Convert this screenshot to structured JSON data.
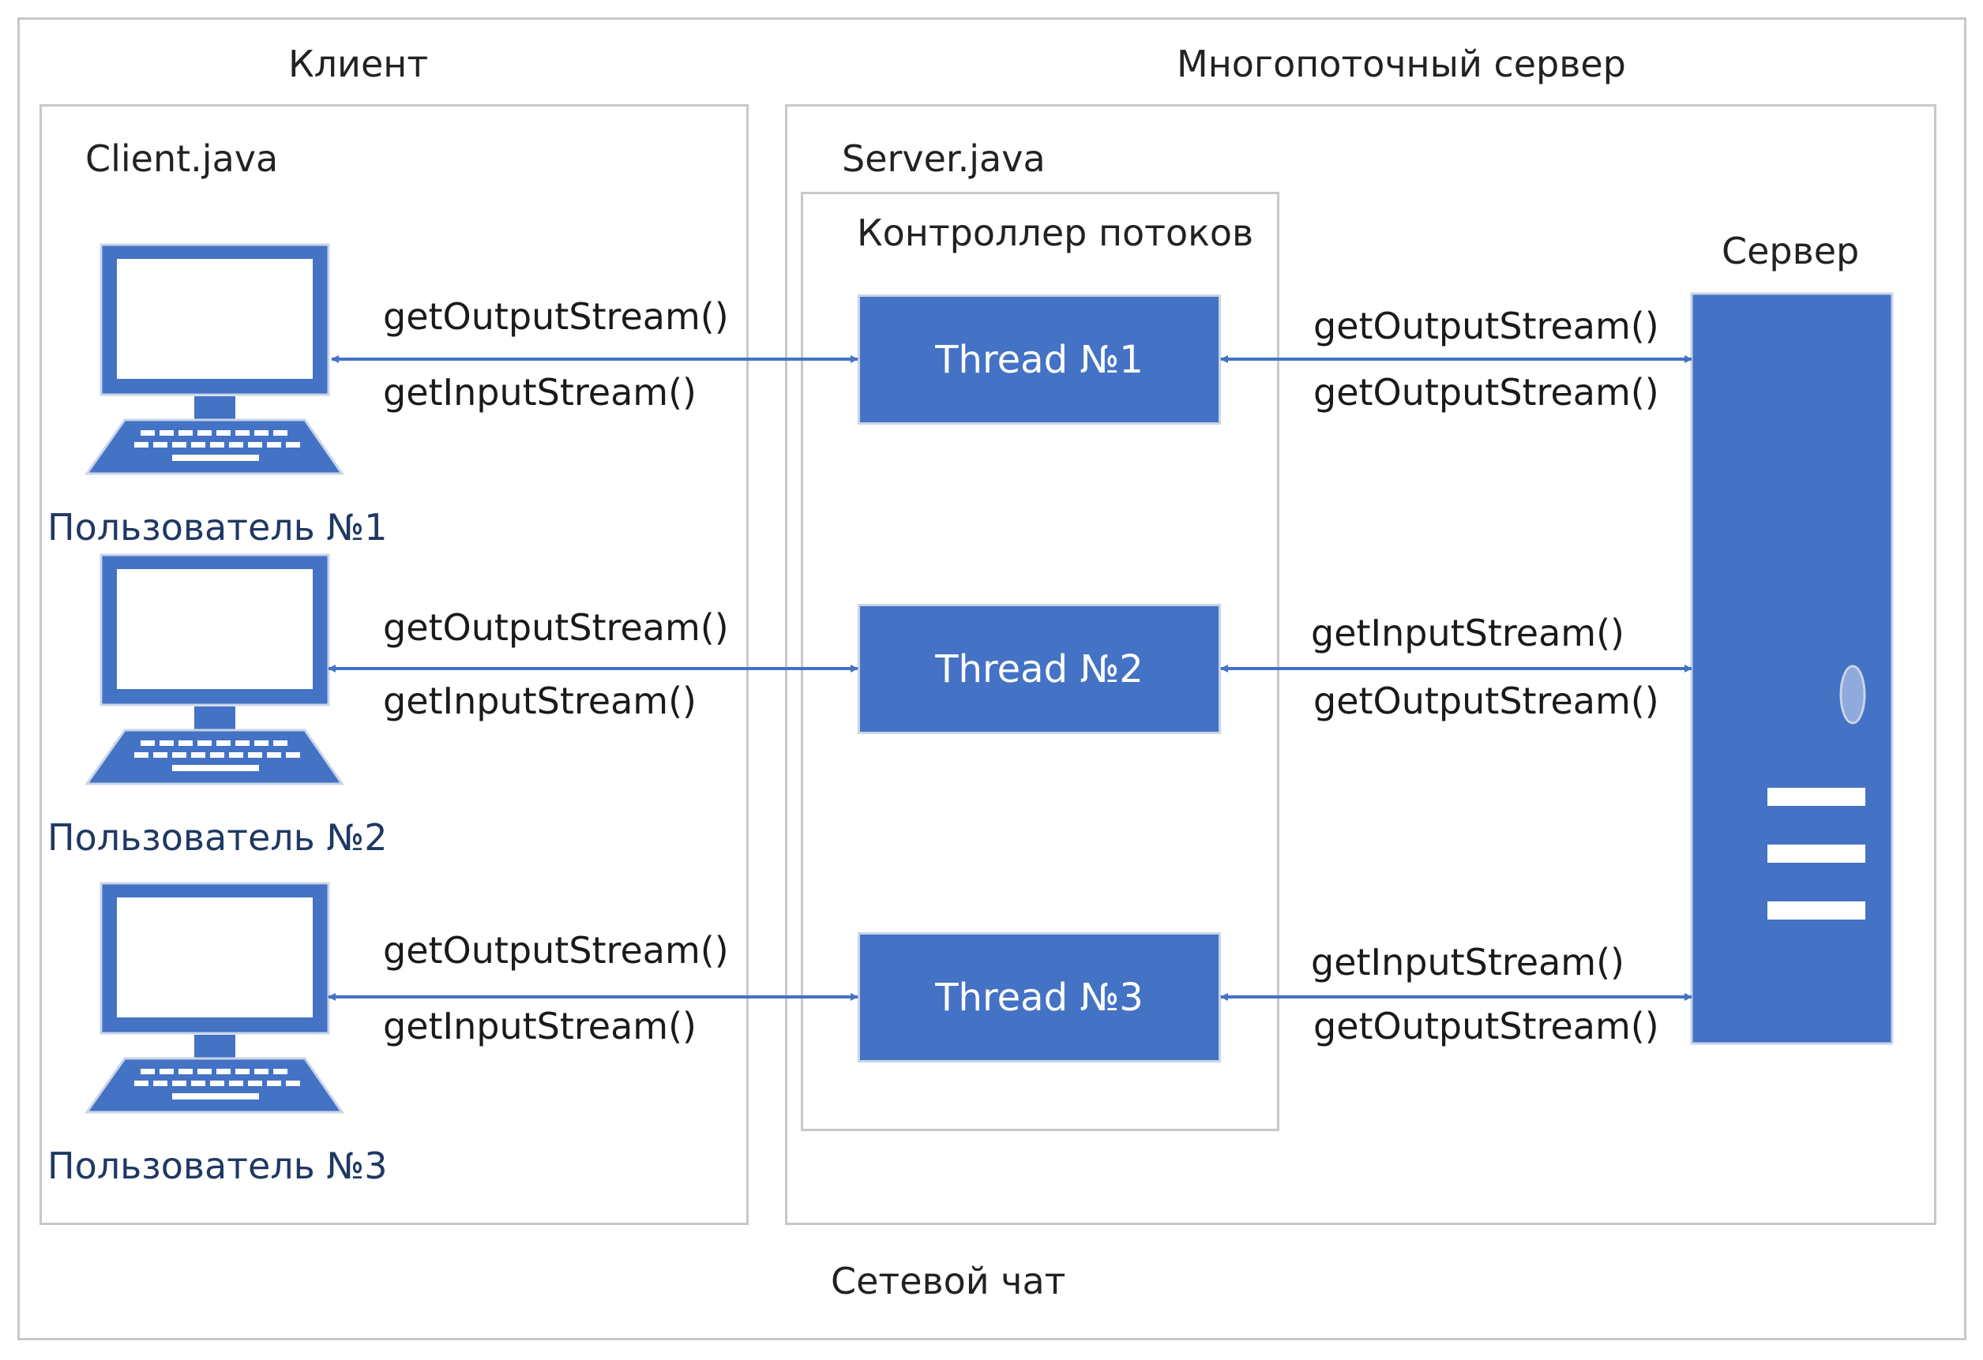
{
  "caption": "Сетевой чат",
  "client": {
    "heading": "Клиент",
    "file": "Client.java",
    "users": [
      {
        "label": "Пользователь №1"
      },
      {
        "label": "Пользователь №2"
      },
      {
        "label": "Пользователь №3"
      }
    ]
  },
  "server": {
    "heading": "Многопоточный сервер",
    "file": "Server.java",
    "controller": "Контроллер потоков",
    "server_label": "Сервер",
    "threads": [
      {
        "label": "Thread №1"
      },
      {
        "label": "Thread №2"
      },
      {
        "label": "Thread №3"
      }
    ]
  },
  "links": [
    {
      "client_top": "getOutputStream()",
      "client_bottom": "getInputStream()",
      "server_top": "getOutputStream()",
      "server_bottom": "getOutputStream()"
    },
    {
      "client_top": "getOutputStream()",
      "client_bottom": "getInputStream()",
      "server_top": "getInputStream()",
      "server_bottom": "getOutputStream()"
    },
    {
      "client_top": "getOutputStream()",
      "client_bottom": "getInputStream()",
      "server_top": "getInputStream()",
      "server_bottom": "getOutputStream()"
    }
  ],
  "colors": {
    "accent": "#4472c4",
    "user_text": "#1f3864",
    "frame": "#c8c8c8"
  }
}
